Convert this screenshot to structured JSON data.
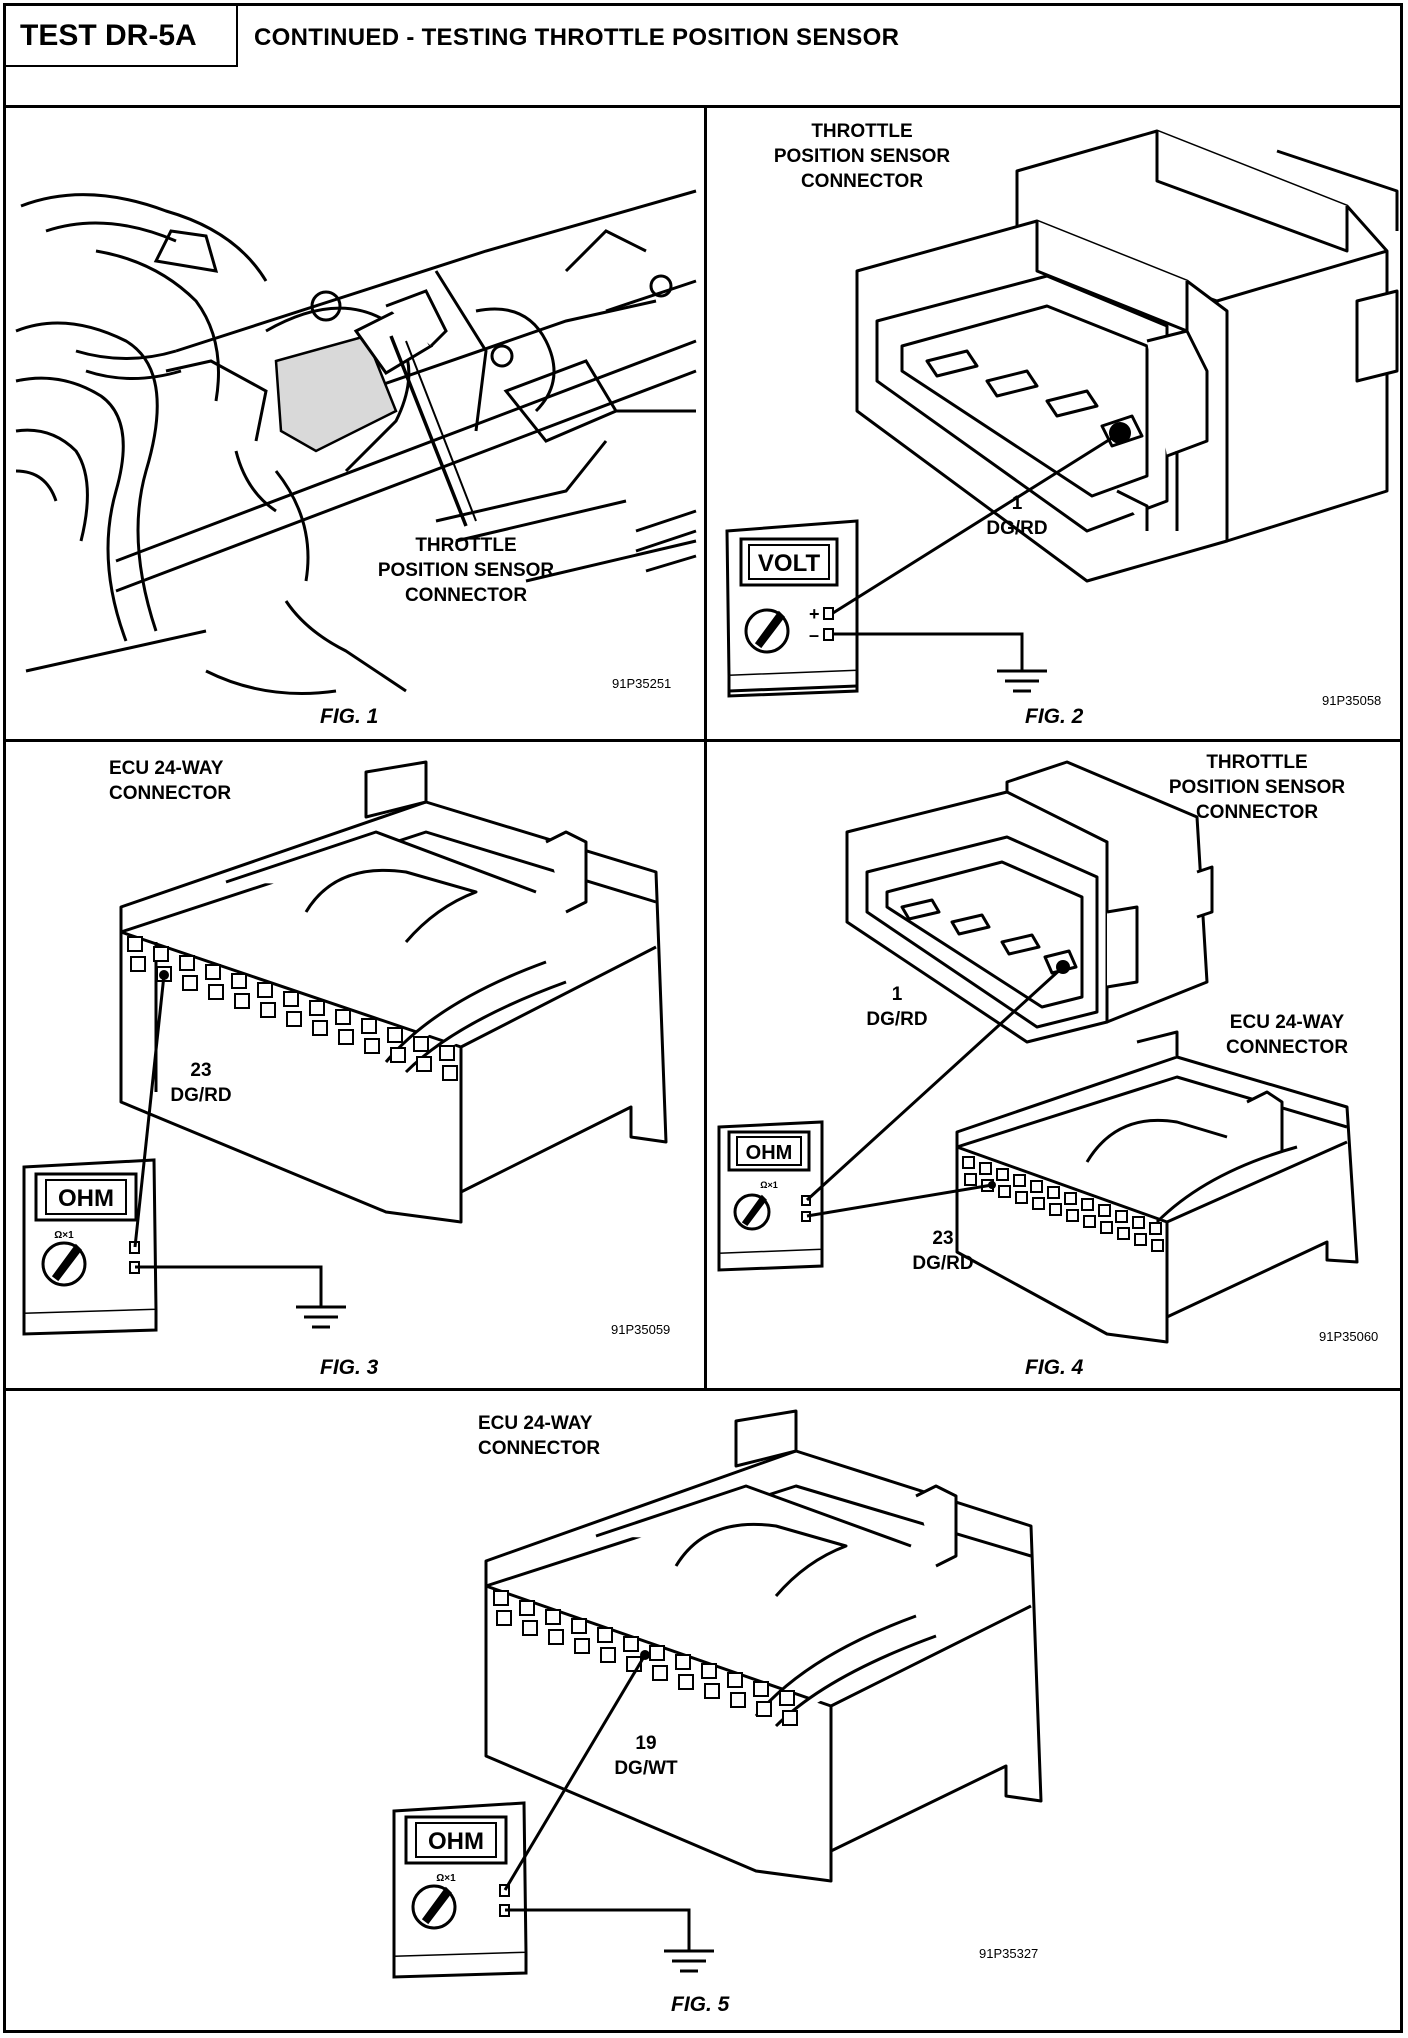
{
  "header": {
    "test_id": "TEST DR-5A",
    "title": "CONTINUED - TESTING THROTTLE POSITION SENSOR"
  },
  "figures": [
    {
      "caption": "FIG. 1",
      "code": "91P35251",
      "labels": [
        "THROTTLE",
        "POSITION SENSOR",
        "CONNECTOR"
      ]
    },
    {
      "caption": "FIG. 2",
      "code": "91P35058",
      "labels": [
        "THROTTLE",
        "POSITION SENSOR",
        "CONNECTOR"
      ],
      "pin": "1",
      "wire": "DG/RD",
      "meter_display": "VOLT",
      "plus": "+",
      "minus": "–"
    },
    {
      "caption": "FIG. 3",
      "code": "91P35059",
      "labels": [
        "ECU 24-WAY",
        "CONNECTOR"
      ],
      "pin": "23",
      "wire": "DG/RD",
      "meter_display": "OHM",
      "meter_range": "Ω×1"
    },
    {
      "caption": "FIG. 4",
      "code": "91P35060",
      "labels_tps": [
        "THROTTLE",
        "POSITION SENSOR",
        "CONNECTOR"
      ],
      "labels_ecu": [
        "ECU 24-WAY",
        "CONNECTOR"
      ],
      "pin_tps": "1",
      "wire_tps": "DG/RD",
      "pin_ecu": "23",
      "wire_ecu": "DG/RD",
      "meter_display": "OHM",
      "meter_range": "Ω×1"
    },
    {
      "caption": "FIG. 5",
      "code": "91P35327",
      "labels": [
        "ECU 24-WAY",
        "CONNECTOR"
      ],
      "pin": "19",
      "wire": "DG/WT",
      "meter_display": "OHM",
      "meter_range": "Ω×1"
    }
  ]
}
